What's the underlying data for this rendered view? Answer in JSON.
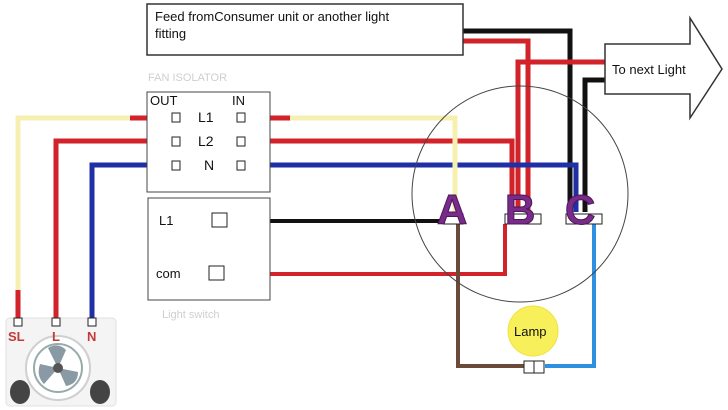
{
  "feed_box": {
    "line1": "Feed fromConsumer unit or another light",
    "line2": "fitting"
  },
  "next_light": {
    "label": "To next Light"
  },
  "isolator": {
    "title": "FAN ISOLATOR",
    "out": "OUT",
    "in": "IN",
    "l1": "L1",
    "l2": "L2",
    "n": "N"
  },
  "light_switch": {
    "l1": "L1",
    "com": "com",
    "caption": "Light switch"
  },
  "junction": {
    "a": "A",
    "b": "B",
    "c": "C"
  },
  "lamp": {
    "label": "Lamp"
  },
  "fan": {
    "sl": "SL",
    "l": "L",
    "n": "N"
  },
  "colors": {
    "red": "#d2232a",
    "black": "#111111",
    "blue": "#1f2fa6",
    "yellow": "#f6f0b0",
    "brown": "#6b4a3a",
    "lightblue": "#2f8fe0",
    "letters": "#7a2a8a"
  }
}
